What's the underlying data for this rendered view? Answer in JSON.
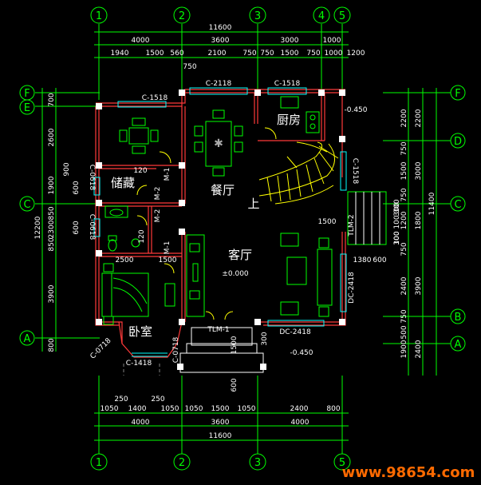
{
  "axes": {
    "columns": [
      "1",
      "2",
      "3",
      "4",
      "5"
    ],
    "rows": [
      "F",
      "E",
      "D",
      "C",
      "B",
      "A"
    ]
  },
  "dims": {
    "top_total": "11600",
    "top_row1": [
      "4000",
      "3600",
      "3000",
      "1000"
    ],
    "top_row2": [
      "1940",
      "1500",
      "560",
      "2100",
      "750",
      "750",
      "1500",
      "750",
      "1000",
      "1200"
    ],
    "top_extra": "750",
    "bottom_total": "11600",
    "bottom_row1": [
      "4000",
      "3600",
      "4000"
    ],
    "bottom_row2": [
      "1050",
      "1400",
      "1050",
      "1050",
      "1500",
      "1050",
      "2400",
      "800"
    ],
    "bottom_small": [
      "250",
      "250"
    ],
    "left_total": "12200",
    "left_row1": [
      "700",
      "2600",
      "1900",
      "850",
      "2300",
      "850",
      "3900",
      "800"
    ],
    "left_inner": [
      "900",
      "600",
      "600"
    ],
    "right_total": "11400",
    "right_row1": [
      "2200",
      "3000",
      "1800",
      "3900",
      "2400"
    ],
    "right_row2": [
      "2200",
      "750",
      "1500",
      "750",
      "1200",
      "750",
      "2400",
      "750",
      "1900",
      "500"
    ],
    "right_inner": [
      "300",
      "300"
    ]
  },
  "rooms": {
    "kitchen": "厨房",
    "dining": "餐厅",
    "storage": "储藏",
    "living": "客厅",
    "bedroom": "卧室",
    "up": "上"
  },
  "labels": {
    "c2118": "C-2118",
    "c1518_top": "C-1518",
    "c1518_left": "C-1518",
    "c1518_stair": "C-1518",
    "c0618_a": "C-0618",
    "c0618_b": "C-0618",
    "c1418": "C-1418",
    "c0718_a": "C-0718",
    "c0718_b": "C-0718",
    "m1_a": "M-1",
    "m1_b": "M-1",
    "m2_a": "M-2",
    "m2_b": "M-2",
    "tlm1": "TLM-1",
    "tlm2": "TLM-2",
    "dc2418_a": "DC-2418",
    "dc2418_b": "DC-2418",
    "elev_kitchen": "-0.450",
    "elev_living": "±0.000",
    "elev_entry": "-0.450",
    "d120a": "120",
    "d120b": "120",
    "d2500": "2500",
    "d1500": "1500",
    "d1500b": "1500",
    "d1380": "1380",
    "d600": "600",
    "d300a": "300",
    "d100a": "100",
    "d100b": "100",
    "d1500c": "1500",
    "d600c": "600",
    "d300c": "300"
  },
  "watermark": "www.98654.com",
  "colors": {
    "dimension": "#00ff00",
    "wall": "#ff3a3a",
    "window": "#00ffff",
    "stair": "#ffff00",
    "background": "#000000"
  }
}
